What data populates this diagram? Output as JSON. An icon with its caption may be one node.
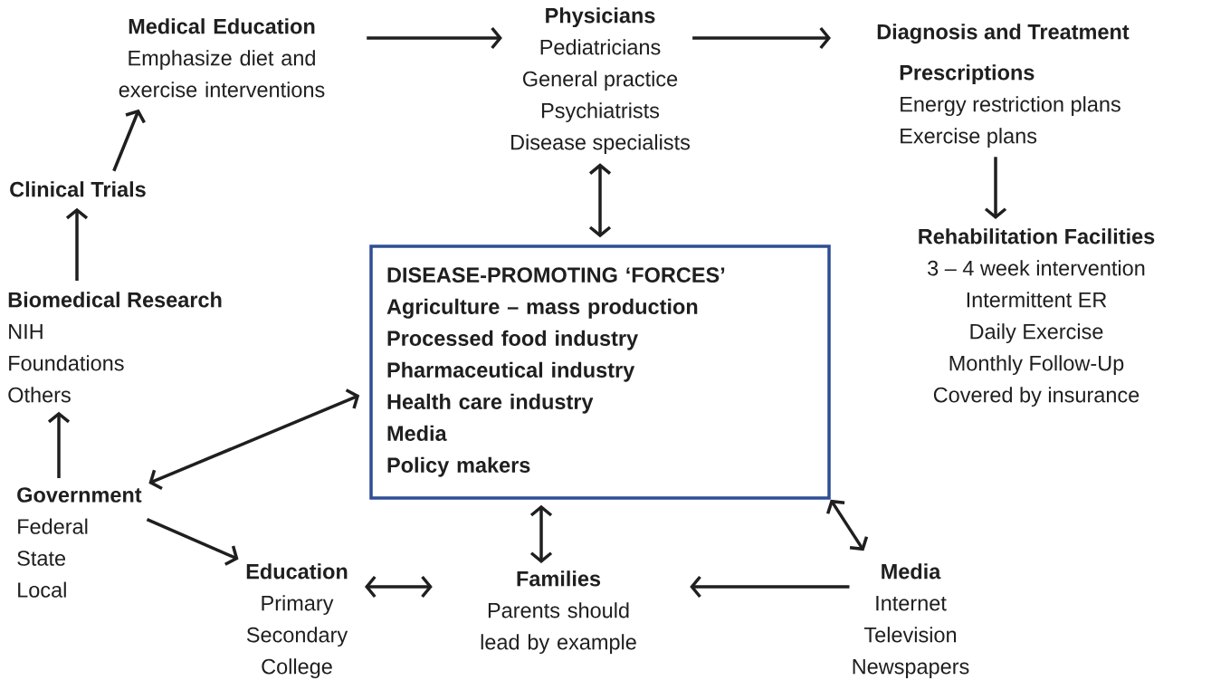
{
  "diagram": {
    "nodes": [
      {
        "text": [
          "Medical Education",
          "Emphasize diet and exercise interventions"
        ]
      },
      {
        "text": [
          "Physicians",
          "Pediatricians",
          "General practice",
          "Psychiatrists",
          "Disease specialists"
        ]
      },
      {
        "text": [
          "Diagnosis and Treatment",
          "Prescriptions",
          "Energy restriction plans",
          "Exercise plans"
        ]
      },
      {
        "text": [
          "Clinical Trials"
        ]
      },
      {
        "text": [
          "Rehabilitation Facilities",
          "3 – 4 week intervention",
          "Intermittent ER",
          "Daily Exercise",
          "Monthly Follow-Up",
          "Covered by insurance"
        ]
      },
      {
        "text": [
          "Biomedical Research",
          "NIH",
          "Foundations",
          "Others"
        ]
      },
      {
        "text": [
          "DISEASE-PROMOTING ‘FORCES’",
          "Agriculture – mass production",
          "Processed food industry",
          "Pharmaceutical industry",
          "Health care industry",
          "Media",
          "Policy makers"
        ]
      },
      {
        "text": [
          "Government",
          "Federal",
          "State",
          "Local"
        ]
      },
      {
        "text": [
          "Education",
          "Primary",
          "Secondary",
          "College"
        ]
      },
      {
        "text": [
          "Families",
          "Parents should lead by example"
        ]
      },
      {
        "text": [
          "Media",
          "Internet",
          "Television",
          "Newspapers"
        ]
      }
    ],
    "edges": [
      {
        "from": 0,
        "to": 1,
        "arrow": "to"
      },
      {
        "from": 1,
        "to": 2,
        "arrow": "to"
      },
      {
        "from": 3,
        "to": 0,
        "arrow": "to"
      },
      {
        "from": 5,
        "to": 3,
        "arrow": "to"
      },
      {
        "from": 7,
        "to": 5,
        "arrow": "to"
      },
      {
        "from": 2,
        "to": 4,
        "arrow": "to"
      },
      {
        "from": 1,
        "to": 6,
        "arrow": "both"
      },
      {
        "from": 7,
        "to": 6,
        "arrow": "both"
      },
      {
        "from": 7,
        "to": 8,
        "arrow": "to"
      },
      {
        "from": 8,
        "to": 9,
        "arrow": "both"
      },
      {
        "from": 6,
        "to": 9,
        "arrow": "both"
      },
      {
        "from": 6,
        "to": 10,
        "arrow": "both"
      },
      {
        "from": 10,
        "to": 9,
        "arrow": "to"
      }
    ]
  }
}
